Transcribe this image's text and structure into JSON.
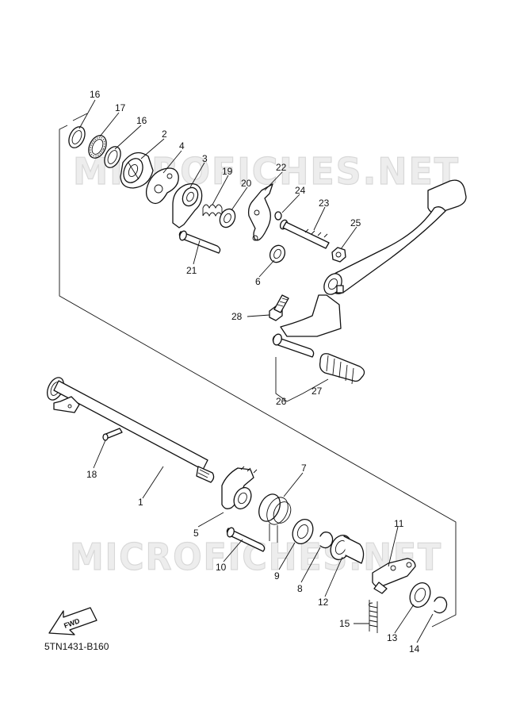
{
  "diagram": {
    "code": "5TN1431-B160",
    "fwd_label": "FWD",
    "watermark": "MICROFICHES.NET",
    "callouts": [
      {
        "id": "c16a",
        "label": "16"
      },
      {
        "id": "c17",
        "label": "17"
      },
      {
        "id": "c16b",
        "label": "16"
      },
      {
        "id": "c2",
        "label": "2"
      },
      {
        "id": "c4",
        "label": "4"
      },
      {
        "id": "c3",
        "label": "3"
      },
      {
        "id": "c19",
        "label": "19"
      },
      {
        "id": "c20",
        "label": "20"
      },
      {
        "id": "c22",
        "label": "22"
      },
      {
        "id": "c24",
        "label": "24"
      },
      {
        "id": "c23",
        "label": "23"
      },
      {
        "id": "c25",
        "label": "25"
      },
      {
        "id": "c21",
        "label": "21"
      },
      {
        "id": "c6",
        "label": "6"
      },
      {
        "id": "c28",
        "label": "28"
      },
      {
        "id": "c26",
        "label": "26"
      },
      {
        "id": "c27",
        "label": "27"
      },
      {
        "id": "c18",
        "label": "18"
      },
      {
        "id": "c1",
        "label": "1"
      },
      {
        "id": "c7",
        "label": "7"
      },
      {
        "id": "c5",
        "label": "5"
      },
      {
        "id": "c10",
        "label": "10"
      },
      {
        "id": "c11",
        "label": "11"
      },
      {
        "id": "c9",
        "label": "9"
      },
      {
        "id": "c8",
        "label": "8"
      },
      {
        "id": "c12",
        "label": "12"
      },
      {
        "id": "c15",
        "label": "15"
      },
      {
        "id": "c13",
        "label": "13"
      },
      {
        "id": "c14",
        "label": "14"
      }
    ]
  }
}
